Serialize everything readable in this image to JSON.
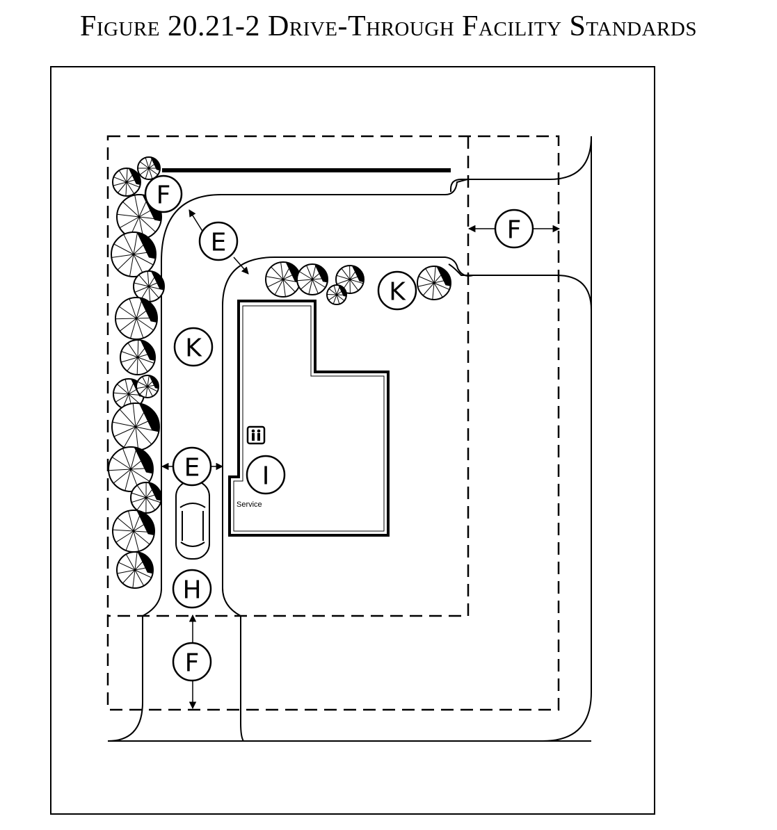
{
  "title": "Figure 20.21-2 Drive-Through Facility Standards",
  "labels": {
    "f_top_left": "F",
    "e_top": "E",
    "f_right": "F",
    "k_right": "K",
    "k_left": "K",
    "e_middle": "E",
    "i_building": "I",
    "h_queue": "H",
    "f_bottom": "F"
  },
  "service_label": "Service"
}
